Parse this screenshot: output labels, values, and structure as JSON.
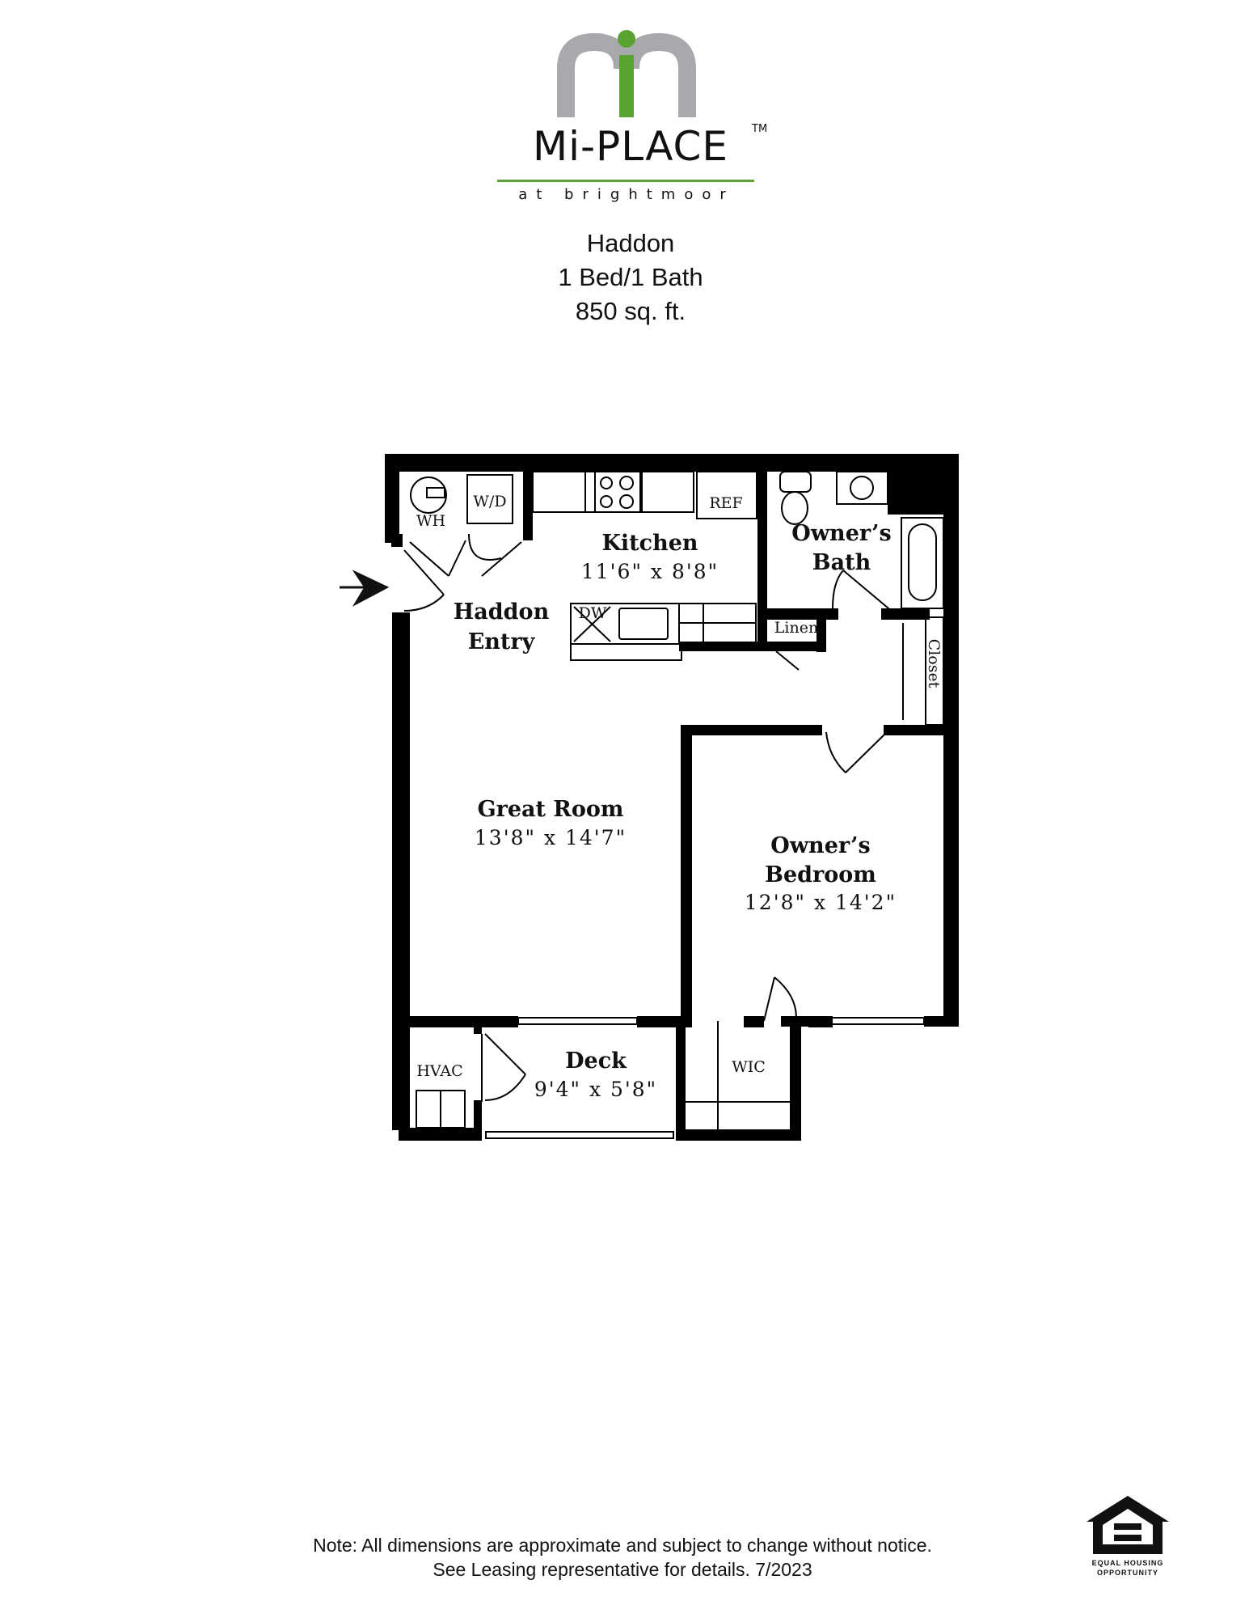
{
  "brand": {
    "name": "Mi-PLACE",
    "trademark": "TM",
    "subtitle": "at brightmoor",
    "colors": {
      "green": "#5aa232",
      "gray": "#a7a9ac",
      "text": "#111111"
    }
  },
  "plan": {
    "name": "Haddon",
    "bed_bath": "1 Bed/1 Bath",
    "area": "850 sq. ft."
  },
  "rooms": {
    "kitchen": {
      "title": "Kitchen",
      "dims": "11'6\" x 8'8\""
    },
    "entry": {
      "title_line1": "Haddon",
      "title_line2": "Entry"
    },
    "bath": {
      "title_line1": "Owner’s",
      "title_line2": "Bath"
    },
    "great_room": {
      "title": "Great Room",
      "dims": "13'8\" x 14'7\""
    },
    "bedroom": {
      "title_line1": "Owner’s",
      "title_line2": "Bedroom",
      "dims": "12'8\" x 14'2\""
    },
    "deck": {
      "title": "Deck",
      "dims": "9'4\" x 5'8\""
    }
  },
  "fixtures": {
    "wh": "WH",
    "wd": "W/D",
    "ref": "REF",
    "dw": "DW",
    "linen": "Linen",
    "closet": "Closet",
    "hvac": "HVAC",
    "wic": "WIC"
  },
  "footer": {
    "note_line1": "Note:  All dimensions are approximate and subject to change without notice.",
    "note_line2": "See Leasing representative for details. 7/2023"
  },
  "equal_housing": {
    "line1": "EQUAL HOUSING",
    "line2": "OPPORTUNITY"
  }
}
